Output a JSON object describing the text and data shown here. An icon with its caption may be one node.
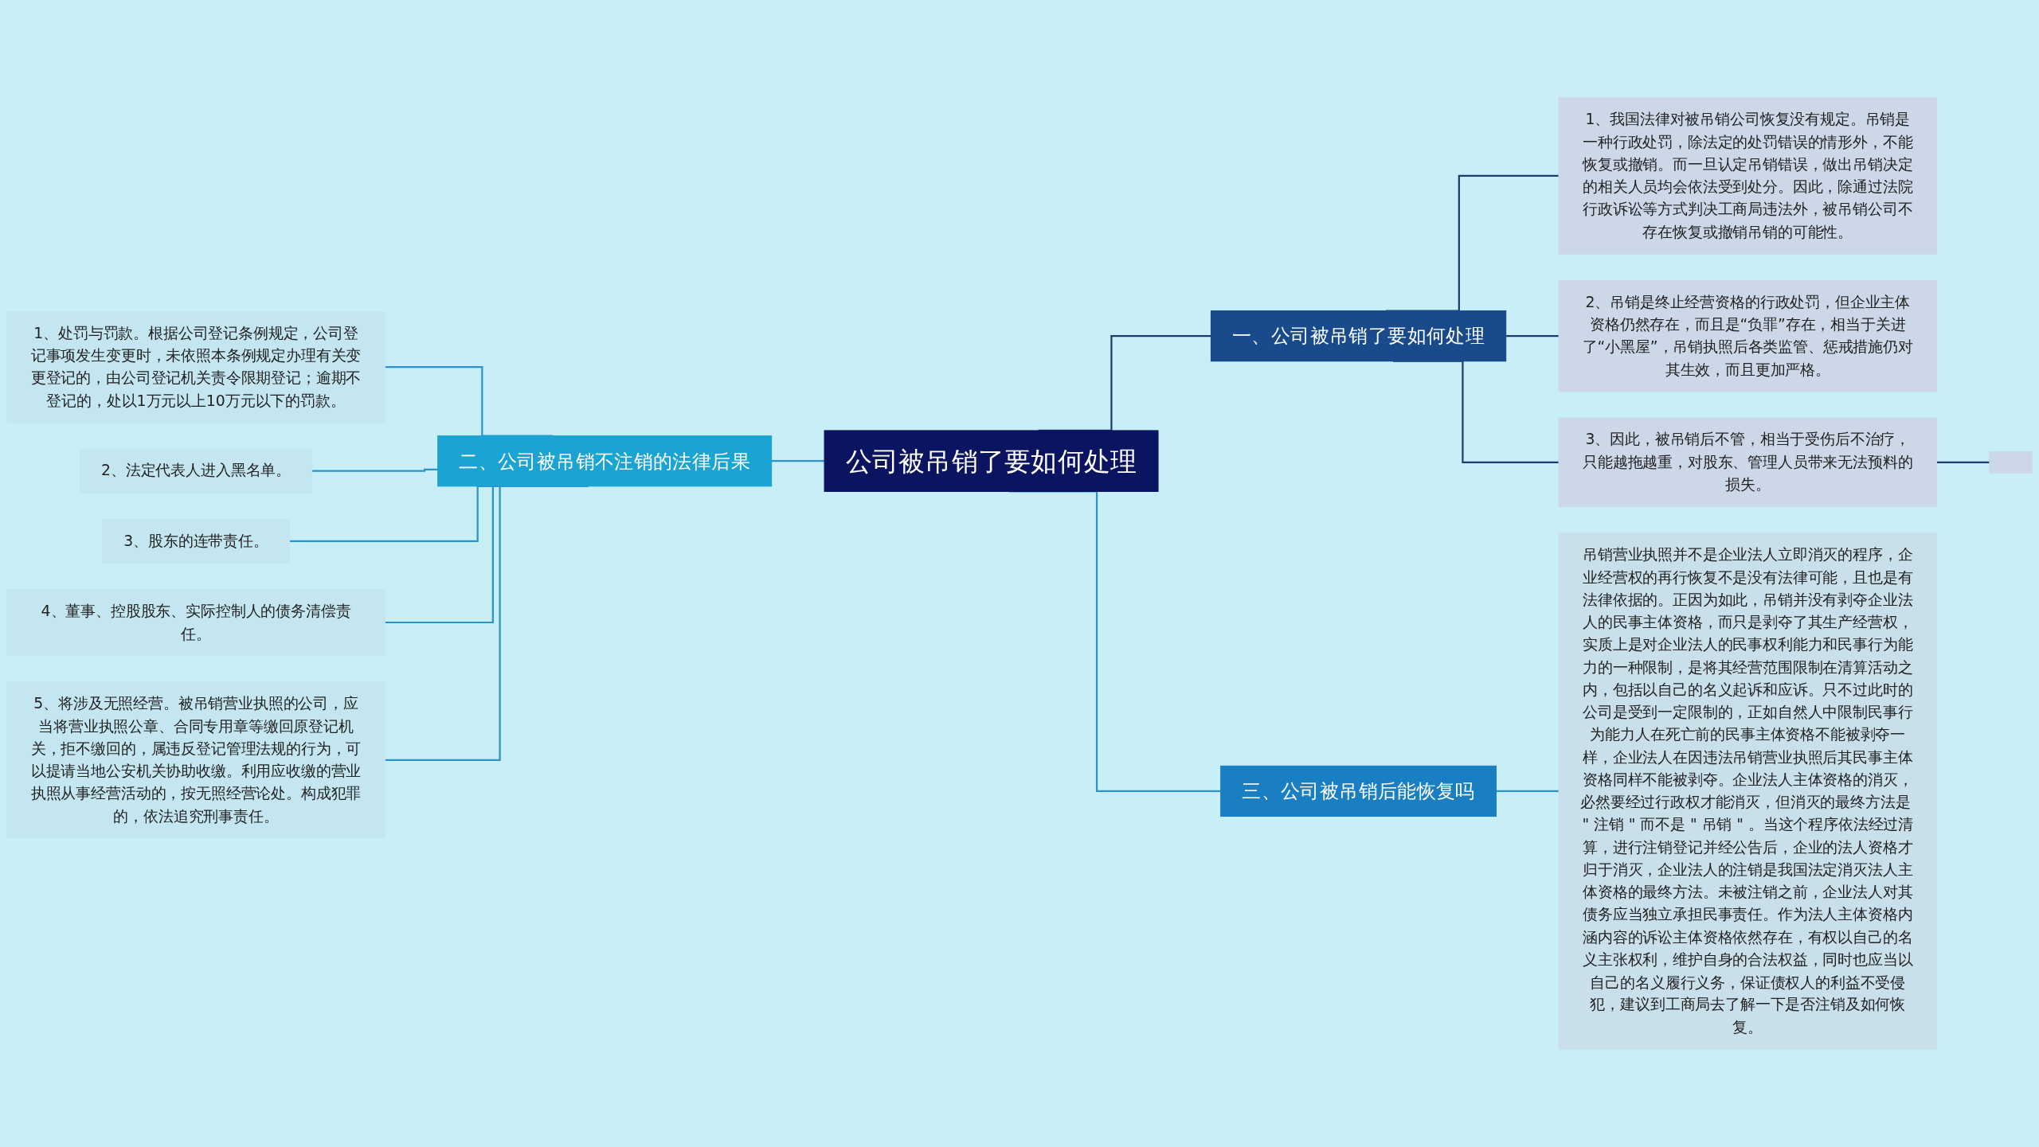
{
  "diagram": {
    "nodes": [
      {
        "text": [
          "公司被吊销了要如何处理"
        ]
      },
      {
        "text": [
          "一、公司被吊销了要如何处理"
        ]
      },
      {
        "text": [
          "1、我国法律对被吊销公司恢复没有规定。吊销是一种行政处罚，除法定的处罚错误的情形外，不能恢复或撤销。而一旦认定吊销错误，做出吊销决定的相关人员均会依法受到处分。因此，除通过法院行政诉讼等方式判决工商局违法外，被吊销公司不存在恢复或撤销吊销的可能性。"
        ]
      },
      {
        "text": [
          "2、吊销是终止经营资格的行政处罚，但企业主体资格仍然存在，而且是“负罪”存在，相当于关进了“小黑屋”，吊销执照后各类监管、惩戒措施仍对其生效，而且更加严格。"
        ]
      },
      {
        "text": [
          "3、因此，被吊销后不管，相当于受伤后不治疗，只能越拖越重，对股东、管理人员带来无法预料的损失。"
        ]
      },
      {
        "text": [],
        "shape": "box"
      },
      {
        "text": [
          "三、公司被吊销后能恢复吗"
        ]
      },
      {
        "text": [
          "吊销营业执照并不是企业法人立即消灭的程序，企业经营权的再行恢复不是没有法律可能，且也是有法律依据的。正因为如此，吊销并没有剥夺企业法人的民事主体资格，而只是剥夺了其生产经营权，实质上是对企业法人的民事权利能力和民事行为能力的一种限制，是将其经营范围限制在清算活动之内，包括以自己的名义起诉和应诉。只不过此时的公司是受到一定限制的，正如自然人中限制民事行为能力人在死亡前的民事主体资格不能被剥夺一样，企业法人在因违法吊销营业执照后其民事主体资格同样不能被剥夺。企业法人主体资格的消灭，必然要经过行政权才能消灭，但消灭的最终方法是 \" 注销 \" 而不是 \" 吊销 \" 。当这个程序依法经过清算，进行注销登记并经公告后，企业的法人资格才归于消灭，企业法人的注销是我国法定消灭法人主体资格的最终方法。未被注销之前，企业法人对其债务应当独立承担民事责任。作为法人主体资格内涵内容的诉讼主体资格依然存在，有权以自己的名义主张权利，维护自身的合法权益，同时也应当以自己的名义履行义务，保证债权人的利益不受侵犯，建议到工商局去了解一下是否注销及如何恢复。"
        ]
      },
      {
        "text": [
          "二、公司被吊销不注销的法律后果"
        ]
      },
      {
        "text": [
          "1、处罚与罚款。根据公司登记条例规定，公司登记事项发生变更时，未依照本条例规定办理有关变更登记的，由公司登记机关责令限期登记；逾期不登记的，处以1万元以上10万元以下的罚款。"
        ]
      },
      {
        "text": [
          "2、法定代表人进入黑名单。"
        ]
      },
      {
        "text": [
          "3、股东的连带责任。"
        ]
      },
      {
        "text": [
          "4、董事、控股股东、实际控制人的债务清偿责任。"
        ]
      },
      {
        "text": [
          "5、将涉及无照经营。被吊销营业执照的公司，应当将营业执照公章、合同专用章等缴回原登记机关，拒不缴回的，属违反登记管理法规的行为，可以提请当地公安机关协助收缴。利用应收缴的营业执照从事经营活动的，按无照经营论处。构成犯罪的，依法追究刑事责任。"
        ]
      }
    ],
    "edges": [
      {
        "from": 0,
        "to": 1,
        "arrow": "none",
        "color": "#1c3a6e"
      },
      {
        "from": 1,
        "to": 2,
        "arrow": "none",
        "color": "#1c3a6e"
      },
      {
        "from": 1,
        "to": 3,
        "arrow": "none",
        "color": "#1c3a6e"
      },
      {
        "from": 1,
        "to": 4,
        "arrow": "none",
        "color": "#1c3a6e"
      },
      {
        "from": 4,
        "to": 5,
        "arrow": "none",
        "color": "#1c3a6e"
      },
      {
        "from": 0,
        "to": 6,
        "arrow": "none"
      },
      {
        "from": 6,
        "to": 7,
        "arrow": "none"
      },
      {
        "from": 8,
        "to": 0,
        "arrow": "none"
      },
      {
        "from": 9,
        "to": 8,
        "arrow": "none"
      },
      {
        "from": 10,
        "to": 8,
        "arrow": "none"
      },
      {
        "from": 11,
        "to": 8,
        "arrow": "none"
      },
      {
        "from": 12,
        "to": 8,
        "arrow": "none"
      },
      {
        "from": 13,
        "to": 8,
        "arrow": "none"
      }
    ]
  }
}
